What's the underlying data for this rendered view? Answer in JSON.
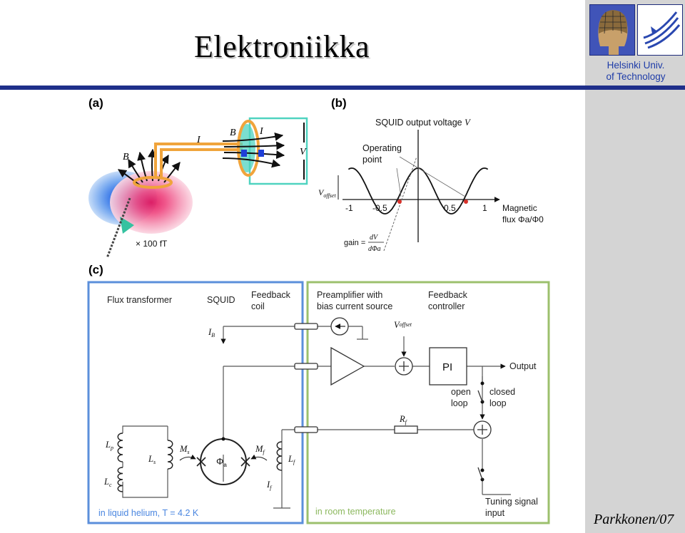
{
  "header": {
    "title": "Elektroniikka",
    "university_line1": "Helsinki Univ.",
    "university_line2": "of Technology",
    "author": "Parkkonen/07"
  },
  "colors": {
    "header_bar": "#1f2f8a",
    "cold_box": "#5b8fdb",
    "warm_box": "#9cc06d",
    "flux_coil": "#f0a43c",
    "marker": "#d9322b"
  },
  "icons": [
    "head-logo-icon",
    "university-logo-icon"
  ],
  "figure": {
    "panel_a": {
      "label": "(a)",
      "B_left": "B",
      "B_right": "B",
      "I_left": "I",
      "I_right": "I",
      "V": "V",
      "scale": "× 100 fT"
    },
    "panel_b": {
      "label": "(b)",
      "title_text": "SQUID output voltage ",
      "title_var": "V",
      "operating_1": "Operating",
      "operating_2": "point",
      "voffset_main": "V",
      "voffset_sub": "offset",
      "tick_labels": [
        "-1",
        "-0.5",
        "0.5",
        "1"
      ],
      "xaxis_1": "Magnetic",
      "xaxis_2": "flux Φa/Φ0",
      "gain_label": "gain =",
      "gain_num": "dV",
      "gain_den": "dΦa"
    },
    "panel_c": {
      "label": "(c)",
      "flux_transformer": "Flux transformer",
      "squid": "SQUID",
      "feedback_1": "Feedback",
      "feedback_2": "coil",
      "preamp_1": "Preamplifier with",
      "preamp_2": "bias current source",
      "controller_1": "Feedback",
      "controller_2": "controller",
      "IB": "I",
      "IB_sub": "B",
      "Voffset": "V",
      "Voffset_sub": "offset",
      "PI": "PI",
      "output": "Output",
      "open_1": "open",
      "open_2": "loop",
      "closed_1": "closed",
      "closed_2": "loop",
      "Rf": "R",
      "Rf_sub": "f",
      "Lp": "L",
      "Lp_sub": "p",
      "Lc": "L",
      "Lc_sub": "c",
      "Ls": "L",
      "Ls_sub": "s",
      "Ms": "M",
      "Ms_sub": "s",
      "Phi": "Φ",
      "Phi_sub": "a",
      "Mf": "M",
      "Mf_sub": "f",
      "Lf": "L",
      "Lf_sub": "f",
      "If": "I",
      "If_sub": "f",
      "cold_text": "in liquid helium, T = 4.2 K",
      "warm_text": "in room temperature",
      "tuning_1": "Tuning signal",
      "tuning_2": "input"
    }
  }
}
